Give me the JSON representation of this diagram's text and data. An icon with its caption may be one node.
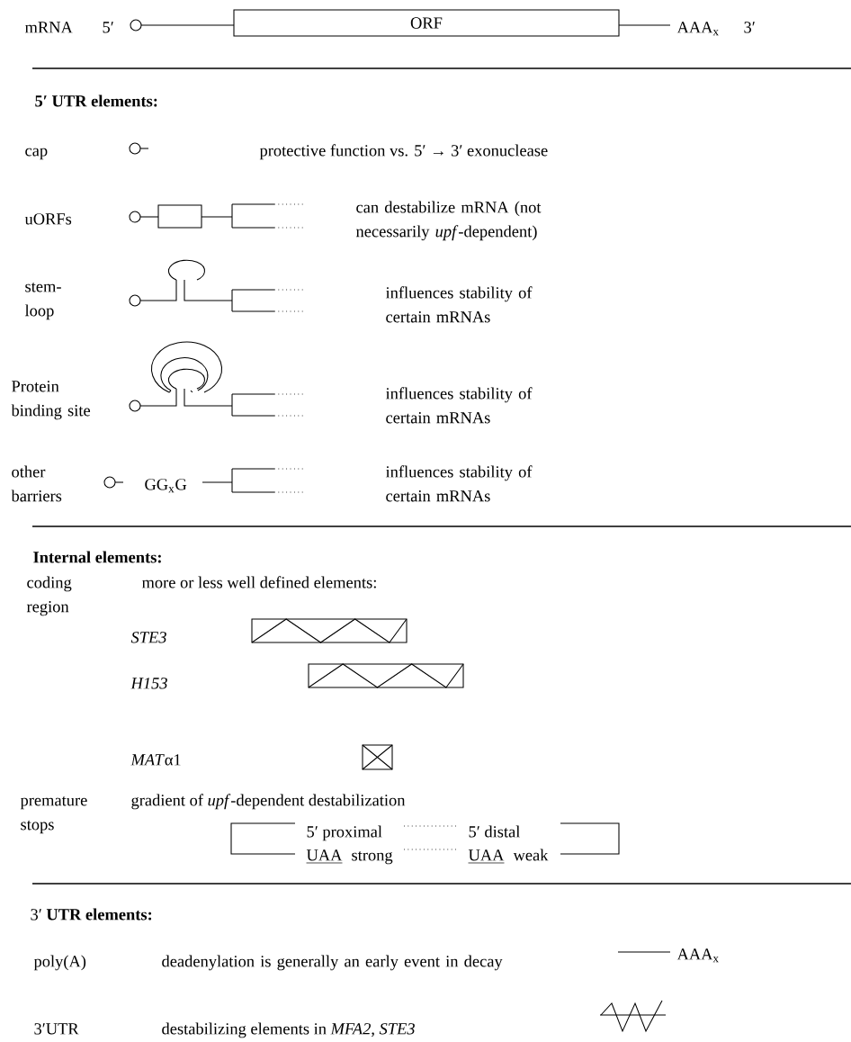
{
  "diagram": {
    "nodes": [
      {
        "text": [
          "ORF"
        ]
      }
    ],
    "labels": [
      "mRNA",
      "5′",
      "AAA$_{x}$",
      "3′",
      "5′ UTR elements:",
      "cap",
      "protective function vs. 5′ → 3′ exonuclease",
      "uORFs",
      "can destabilize mRNA (not necessarily *upf*-dependent)",
      "stem-loop",
      "influences stability of certain mRNAs",
      "Protein binding site",
      "influences stability of certain mRNAs",
      "other barriers",
      "GG$_{x}$G",
      "influences stability of certain mRNAs",
      "Internal elements:",
      "coding region",
      "more or less well defined elements:",
      "*STE3*",
      "*H153*",
      "MAT",
      "α1",
      "premature stops",
      "gradient of *upf*-dependent destabilization",
      "5′ proximal",
      "5′ distal",
      "UAA",
      "strong",
      "UAA",
      "weak",
      "3′ **UTR elements:**",
      "poly(A)",
      "deadenylation is generally an early event in decay",
      "AAA$_{x}$",
      "3′UTR",
      "destabilizing elements in *MFA2*, *STE3*"
    ]
  }
}
